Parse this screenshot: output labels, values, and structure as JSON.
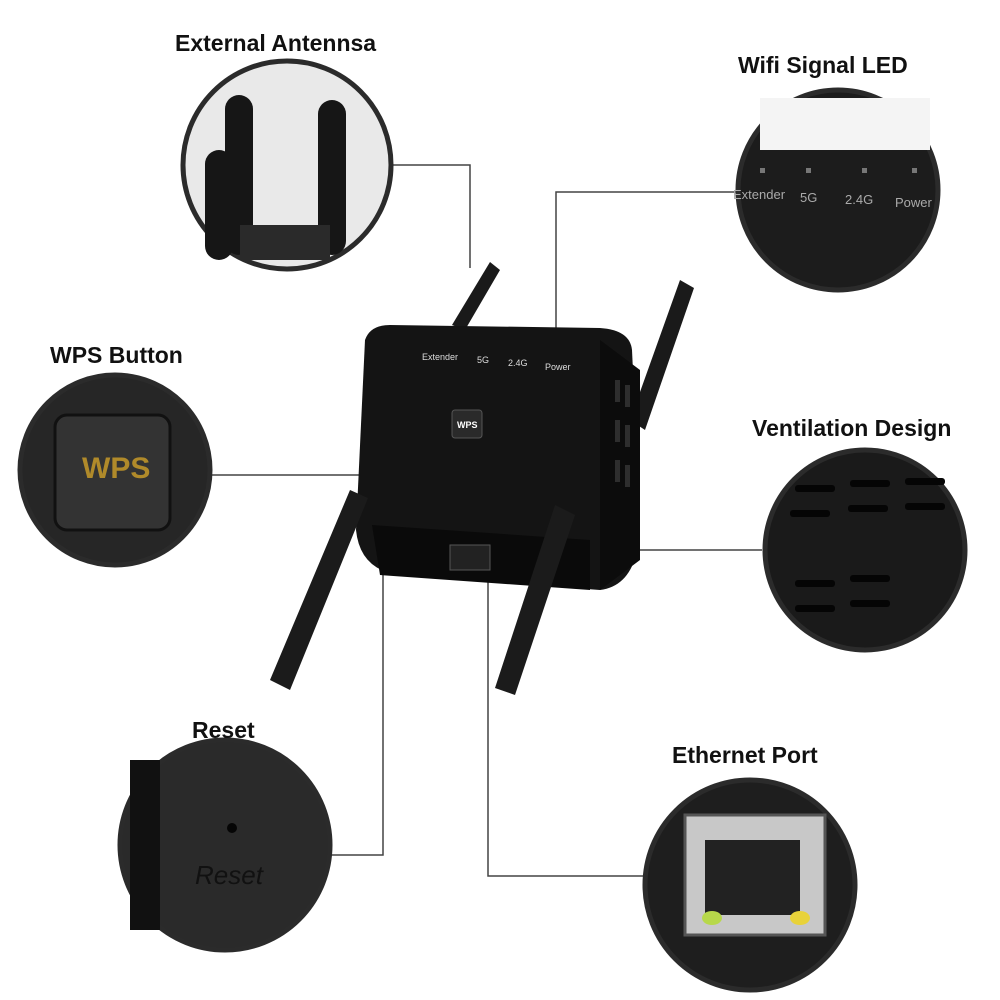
{
  "callouts": {
    "antenna": "External Antennsa",
    "wifi_led": "Wifi Signal LED",
    "wps": "WPS Button",
    "ventilation": "Ventilation Design",
    "reset": "Reset",
    "ethernet": "Ethernet Port"
  },
  "device_labels": {
    "extender": "Extender",
    "g5": "5G",
    "g24": "2.4G",
    "power": "Power",
    "wps": "WPS",
    "reset": "Reset"
  },
  "colors": {
    "device": "#141414",
    "ring": "#2b2b2b",
    "line": "#444444",
    "wps_text": "#b08a2a",
    "led_green": "#b7d84a",
    "led_yellow": "#e8d23a"
  }
}
